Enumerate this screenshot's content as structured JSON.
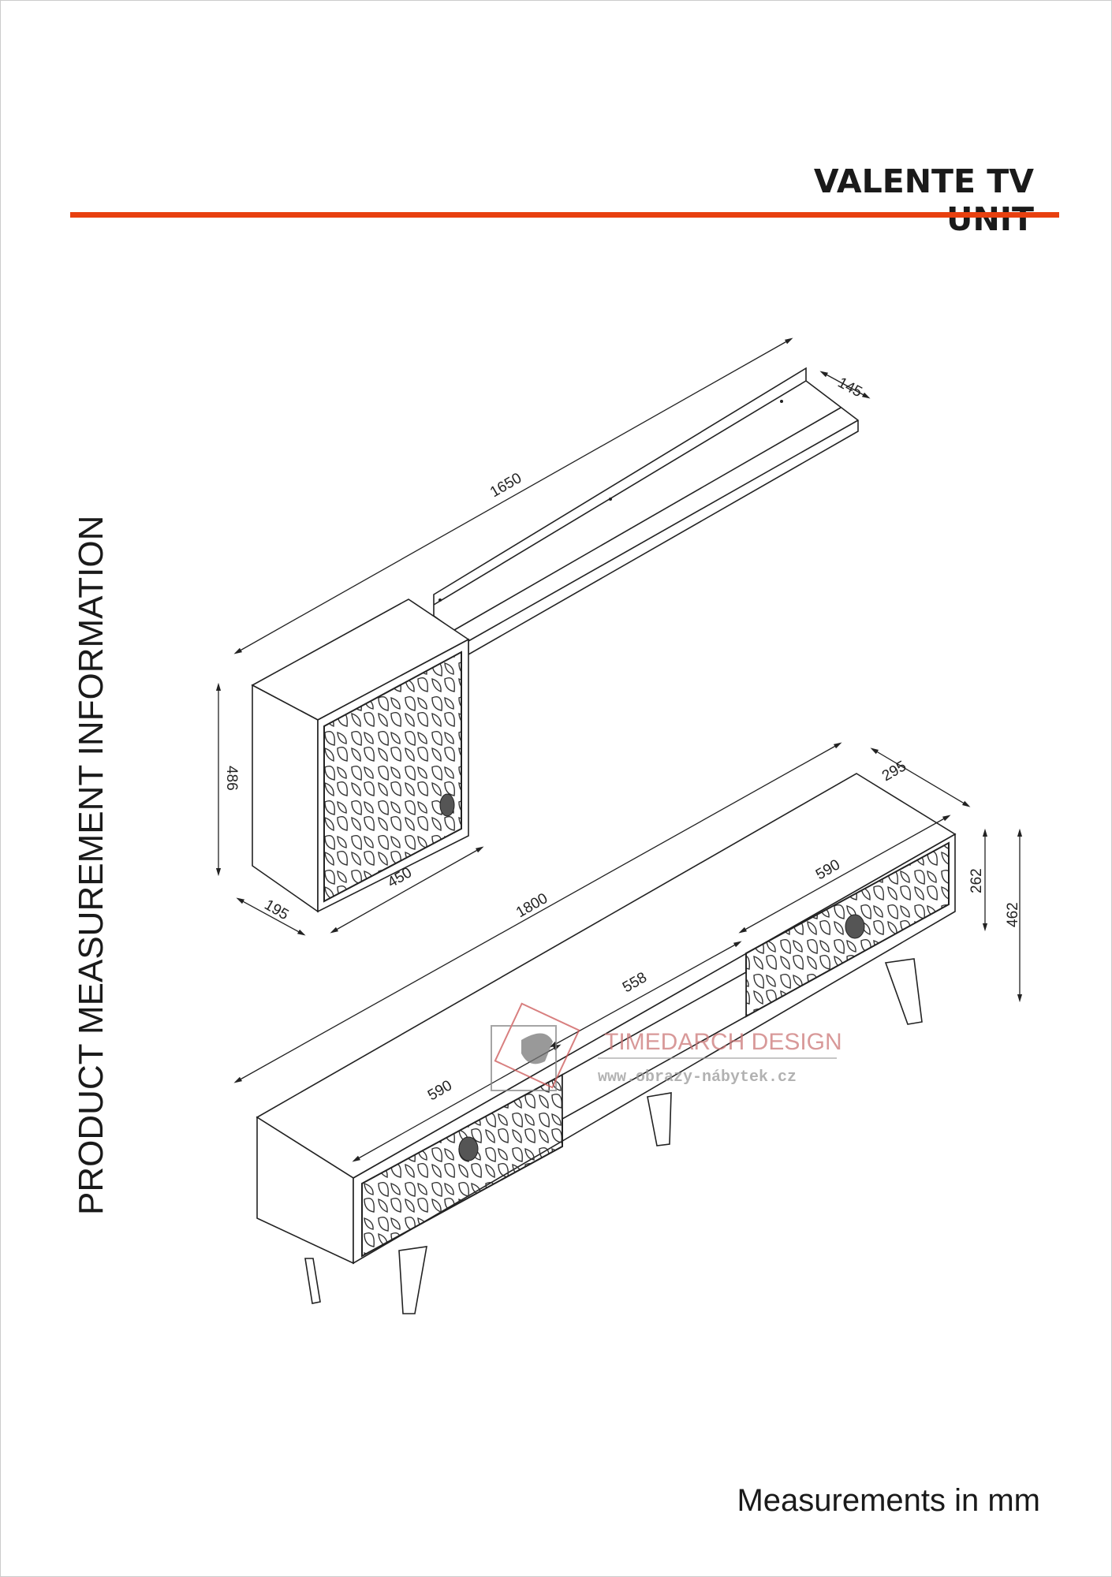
{
  "header": {
    "title": "VALENTE TV UNIT",
    "accent_color": "#e8400f"
  },
  "side_label": "PRODUCT MEASUREMENT INFORMATION",
  "footer": {
    "units_note": "Measurements in mm"
  },
  "dimensions": {
    "shelf_depth": "145",
    "shelf_length": "1650",
    "cabinet_height": "486",
    "cabinet_width": "450",
    "cabinet_depth": "195",
    "tv_unit_length": "1800",
    "tv_unit_depth": "295",
    "right_drawer_width": "590",
    "body_height": "262",
    "total_height": "462",
    "open_shelf_width": "558",
    "left_drawer_width": "590"
  },
  "watermark": {
    "brand": "TIMEDARCH DESIGN",
    "url": "www.obrazy-nábytek.cz"
  }
}
